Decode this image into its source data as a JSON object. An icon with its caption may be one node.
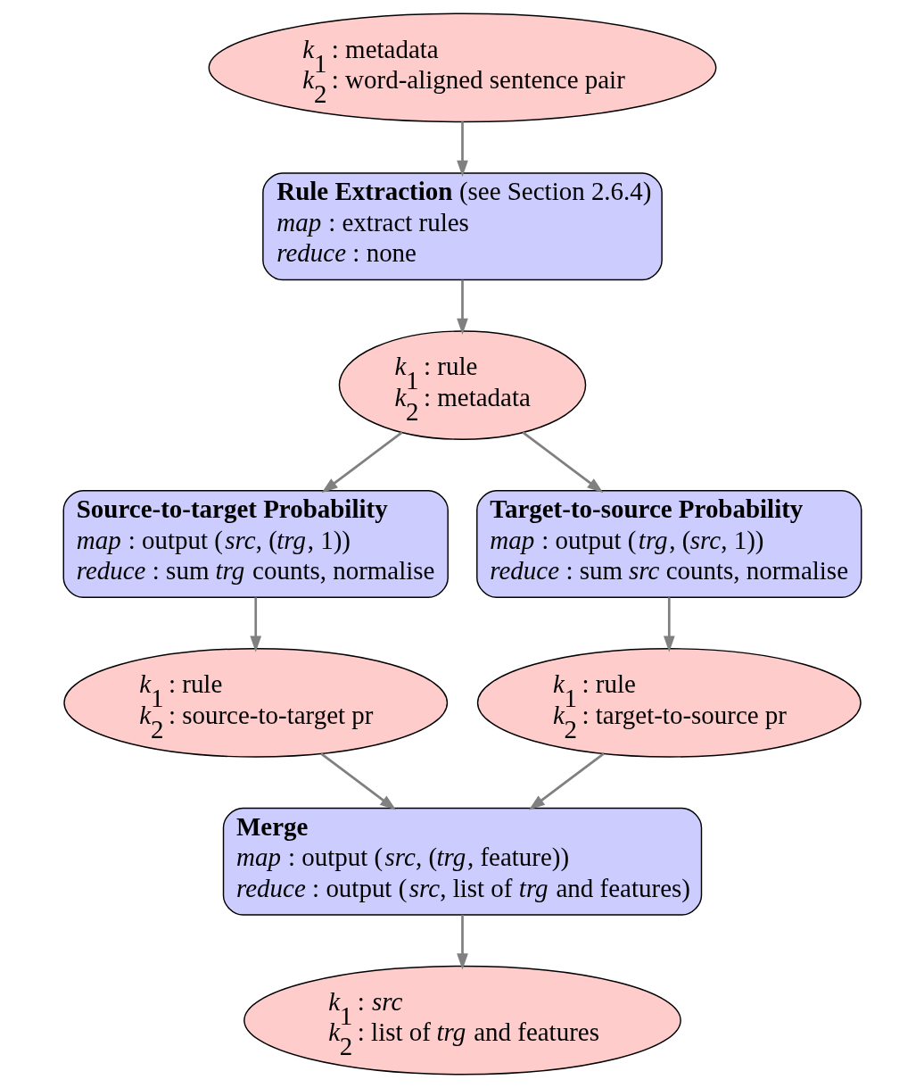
{
  "diagram": {
    "nodes": [
      {
        "text": [
          "*k*$_{1}$ : metadata",
          "*k*$_{2}$ : word-aligned sentence pair"
        ]
      },
      {
        "text": [
          "**Rule Extraction** (see Section 2.6.4)",
          "*map* : extract rules",
          "*reduce* : none"
        ]
      },
      {
        "text": [
          "*k*$_{1}$ : rule",
          "*k*$_{2}$ : metadata"
        ]
      },
      {
        "text": [
          "Source-to-target Probability",
          "*map* : output (*src*, (*trg*, 1))",
          "*reduce* : sum *trg* counts, normalise"
        ]
      },
      {
        "text": [
          "Target-to-source Probability",
          "*map* : output (*trg*, (*src*, 1))",
          "*reduce* : sum *src* counts, normalise"
        ]
      },
      {
        "text": [
          "*k*$_{1}$ : rule",
          "*k*$_{2}$ : source-to-target pr"
        ]
      },
      {
        "text": [
          "*k*$_{1}$ : rule",
          "*k*$_{2}$ : target-to-source pr"
        ]
      },
      {
        "text": [
          "Merge",
          "*map* : output (*src*, (*trg*, feature))",
          "*reduce* : output (*src*, list of *trg* and features)"
        ]
      },
      {
        "text": [
          "*k*$_{1}$ : *src*",
          "*k*$_{2}$ : list of *trg* and features"
        ]
      }
    ],
    "edges": [
      {
        "from": 0,
        "to": 1,
        "arrow": "to"
      },
      {
        "from": 1,
        "to": 2,
        "arrow": "to"
      },
      {
        "from": 2,
        "to": 3,
        "arrow": "to"
      },
      {
        "from": 2,
        "to": 4,
        "arrow": "to"
      },
      {
        "from": 3,
        "to": 5,
        "arrow": "to"
      },
      {
        "from": 4,
        "to": 6,
        "arrow": "to"
      },
      {
        "from": 5,
        "to": 7,
        "arrow": "to"
      },
      {
        "from": 6,
        "to": 7,
        "arrow": "to"
      },
      {
        "from": 7,
        "to": 8,
        "arrow": "to"
      }
    ]
  }
}
